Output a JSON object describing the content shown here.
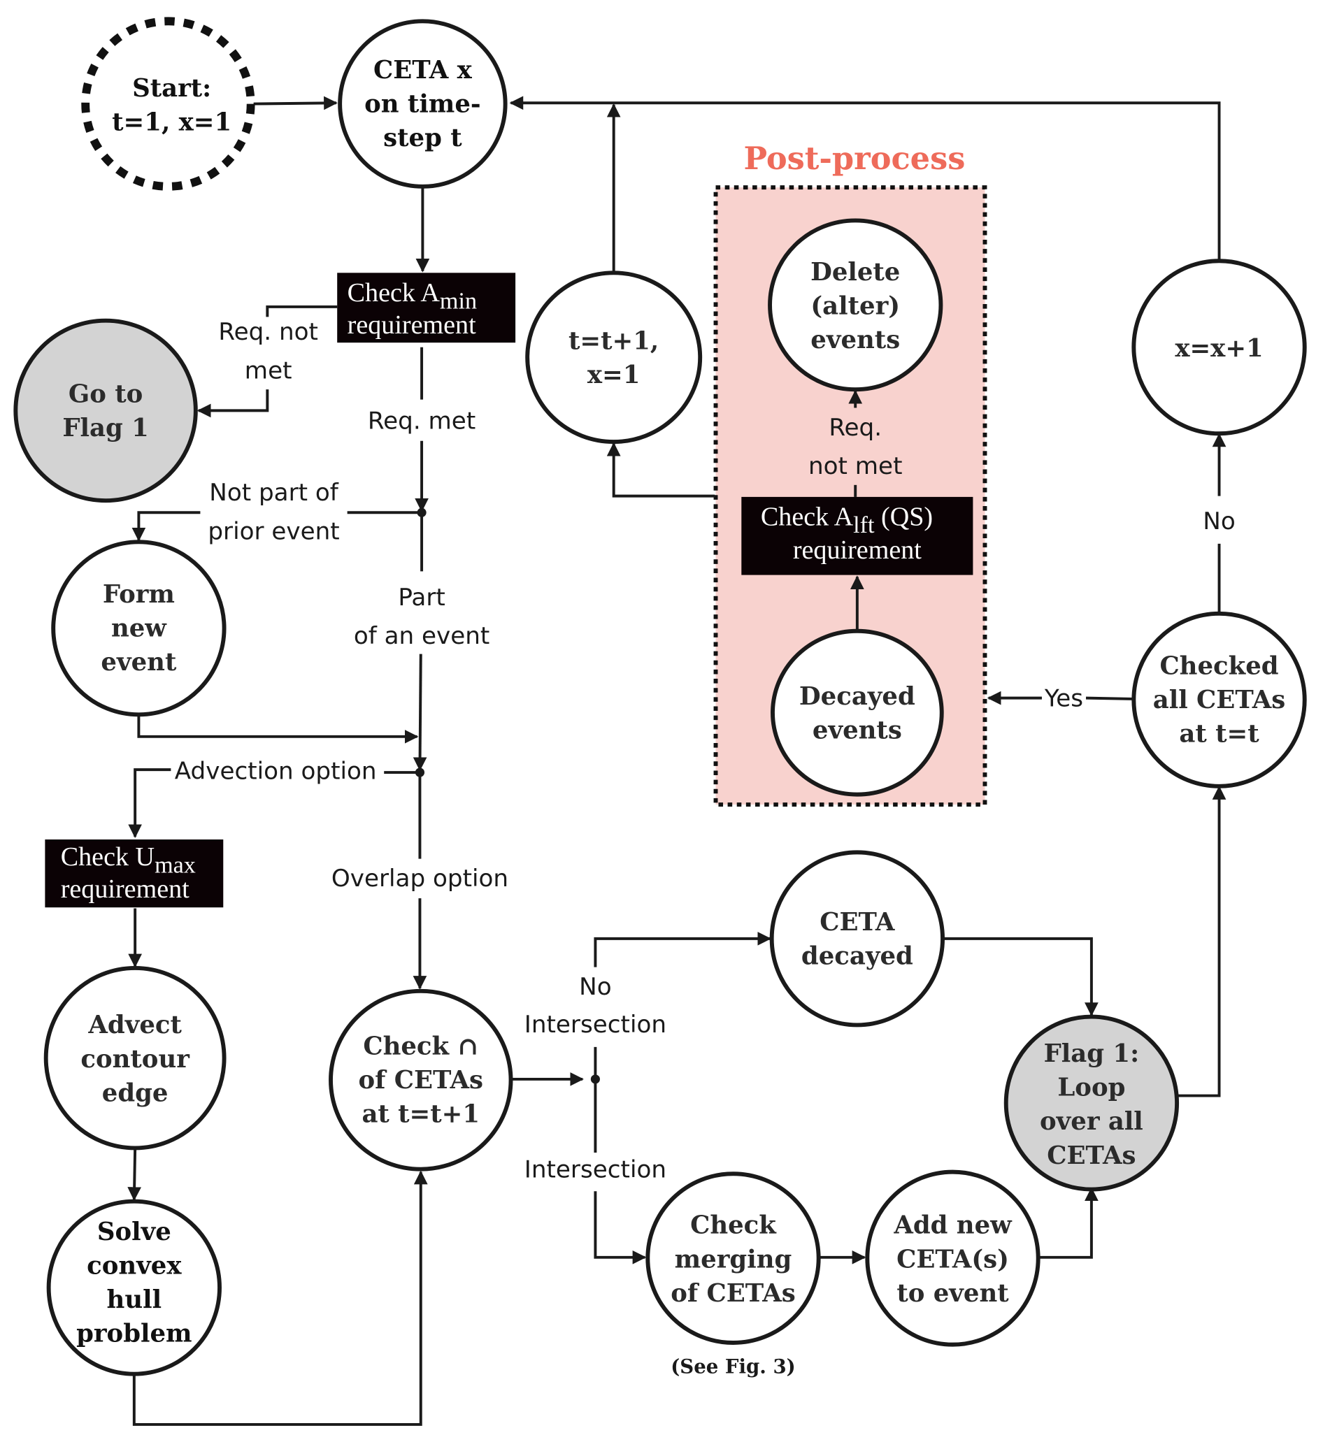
{
  "colors": {
    "post_process_title": "#EE6B5A",
    "post_process_fill": "#F8D2CE",
    "flag_fill": "#D3D3D3",
    "requirement_box": "#0B0205"
  },
  "nodes": {
    "start": [
      "Start:",
      "t=1, x=1"
    ],
    "ceta_x": [
      "CETA x",
      "on time-",
      "step t"
    ],
    "go_to_flag": [
      "Go to",
      "Flag 1"
    ],
    "t_increment": [
      "t=t+1,",
      "x=1"
    ],
    "delete_events": [
      "Delete",
      "(alter)",
      "events"
    ],
    "decayed_events": [
      "Decayed",
      "events"
    ],
    "x_increment": [
      "x=x+1"
    ],
    "checked_all": [
      "Checked",
      "all CETAs",
      "at t=t"
    ],
    "form_new_event": [
      "Form",
      "new",
      "event"
    ],
    "advect": [
      "Advect",
      "contour",
      "edge"
    ],
    "solve_hull": [
      "Solve",
      "convex",
      "hull",
      "problem"
    ],
    "check_intersection": [
      "Check ∩",
      "of CETAs",
      "at t=t+1"
    ],
    "ceta_decayed": [
      "CETA",
      "decayed"
    ],
    "flag_1": [
      "Flag 1:",
      "Loop",
      "over all",
      "CETAs"
    ],
    "check_merging": [
      "Check",
      "merging",
      "of CETAs"
    ],
    "add_new_ceta": [
      "Add new",
      "CETA(s)",
      "to event"
    ]
  },
  "boxes": {
    "amin": {
      "prefix": "Check A",
      "sub": "min",
      "line2": "requirement"
    },
    "alft": {
      "prefix": "Check  A",
      "sub": "lft",
      "suffix": " (QS)",
      "line2": "requirement"
    },
    "umax": {
      "prefix": "Check U",
      "sub": "max",
      "line2": "requirement"
    }
  },
  "post_process": {
    "title": "Post-process"
  },
  "edge_labels": {
    "req_not_met": [
      "Req. not",
      "met"
    ],
    "req_met": "Req. met",
    "not_part_prior": [
      "Not part of",
      "prior event"
    ],
    "part_of_event": [
      "Part",
      "of an event"
    ],
    "advection_option": "Advection option",
    "overlap_option": "Overlap option",
    "pp_req_not_met": [
      "Req.",
      "not met"
    ],
    "no": "No",
    "yes": "Yes",
    "no_intersection": [
      "No",
      "Intersection"
    ],
    "intersection": "Intersection"
  },
  "notes": {
    "see_fig": "(See Fig. 3)"
  }
}
